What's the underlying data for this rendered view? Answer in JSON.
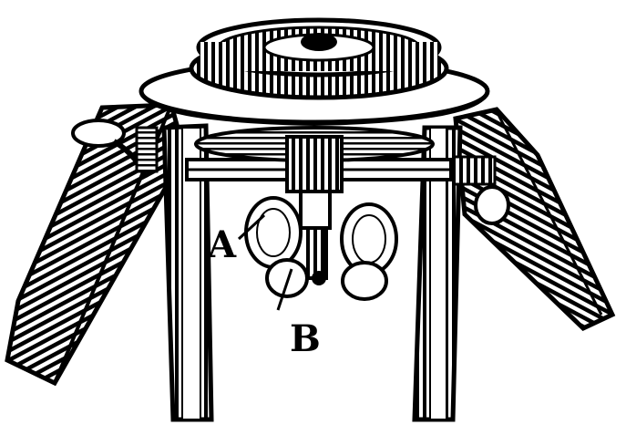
{
  "figure": {
    "labels": {
      "a": "A",
      "b": "B"
    },
    "colors": {
      "ink": "#000000",
      "paper": "#ffffff"
    },
    "parts": [
      "tripod-head-plate",
      "drum-wheel",
      "tripod-leg-left",
      "tripod-leg-right",
      "tripod-leg-center-left",
      "tripod-leg-center-right",
      "clamp-screw-left",
      "clamp-screw-right",
      "crossbar",
      "plumb-hook",
      "wing-nut"
    ]
  }
}
